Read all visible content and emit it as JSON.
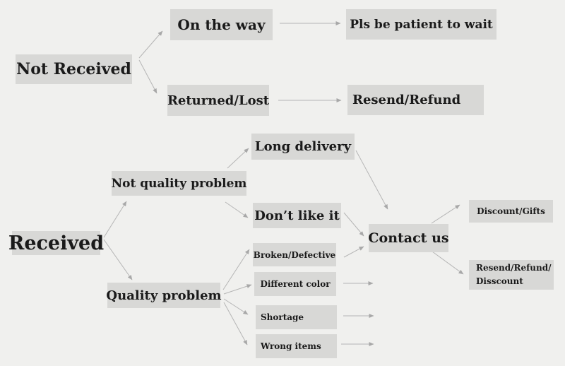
{
  "diagram": {
    "type": "flowchart",
    "topic": "order received / not received customer service resolution flow"
  },
  "colors": {
    "background": "#f0f0ee",
    "node_fill": "#d8d8d6",
    "text": "#1a1a1a",
    "arrow": "#b5b5b5"
  },
  "nodes": {
    "not_received": {
      "label": "Not Received"
    },
    "on_the_way": {
      "label": "On the way"
    },
    "pls_be_patient": {
      "label": "Pls be patient to wait"
    },
    "returned_lost": {
      "label": "Returned/Lost"
    },
    "resend_refund": {
      "label": "Resend/Refund"
    },
    "received": {
      "label": "Received"
    },
    "not_quality_problem": {
      "label": "Not quality problem"
    },
    "long_delivery": {
      "label": "Long delivery"
    },
    "dont_like_it": {
      "label": "Don’t like it"
    },
    "quality_problem": {
      "label": "Quality problem"
    },
    "broken_defective": {
      "label": "Broken/Defective"
    },
    "different_color": {
      "label": "Different color"
    },
    "shortage": {
      "label": "Shortage"
    },
    "wrong_items": {
      "label": "Wrong items"
    },
    "contact_us": {
      "label": "Contact us"
    },
    "discount_gifts": {
      "label": "Discount/Gifts"
    },
    "resend_refund_disscount": {
      "label_line1": "Resend/Refund/",
      "label_line2": "Disscount"
    }
  },
  "edges": [
    {
      "from": "not_received",
      "to": "on_the_way"
    },
    {
      "from": "not_received",
      "to": "returned_lost"
    },
    {
      "from": "on_the_way",
      "to": "pls_be_patient"
    },
    {
      "from": "returned_lost",
      "to": "resend_refund"
    },
    {
      "from": "received",
      "to": "not_quality_problem"
    },
    {
      "from": "received",
      "to": "quality_problem"
    },
    {
      "from": "not_quality_problem",
      "to": "long_delivery"
    },
    {
      "from": "not_quality_problem",
      "to": "dont_like_it"
    },
    {
      "from": "long_delivery",
      "to": "contact_us"
    },
    {
      "from": "dont_like_it",
      "to": "contact_us"
    },
    {
      "from": "quality_problem",
      "to": "broken_defective"
    },
    {
      "from": "quality_problem",
      "to": "different_color"
    },
    {
      "from": "quality_problem",
      "to": "shortage"
    },
    {
      "from": "quality_problem",
      "to": "wrong_items"
    },
    {
      "from": "broken_defective",
      "to": "contact_us"
    },
    {
      "from": "different_color",
      "to": "contact_us"
    },
    {
      "from": "shortage",
      "to": "contact_us"
    },
    {
      "from": "wrong_items",
      "to": "contact_us"
    },
    {
      "from": "contact_us",
      "to": "discount_gifts"
    },
    {
      "from": "contact_us",
      "to": "resend_refund_disscount"
    }
  ]
}
